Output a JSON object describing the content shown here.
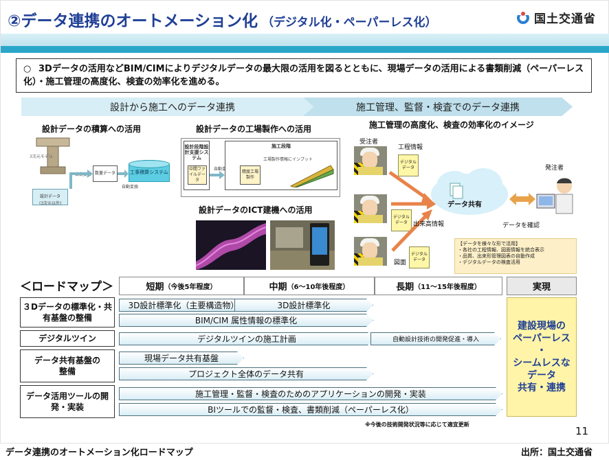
{
  "header": {
    "title": "②データ連携のオートメーション化",
    "subtitle": "（デジタル化・ペーパーレス化）",
    "logo_text": "国土交通省",
    "accent_color": "#1f3f95",
    "band_color": "#2aa6c9"
  },
  "intro": {
    "bullet": "○",
    "text": "3Dデータの活用などBIM/CIMによりデジタルデータの最大限の活用を図るとともに、現場データの活用による書類削減（ペーパーレス化）・施工管理の高度化、検査の効率化を進める。"
  },
  "flow": {
    "left": "設計から施工へのデータ連携",
    "right": "施工管理、監督・検査でのデータ連携"
  },
  "diagram": {
    "estimate": {
      "title": "設計データの積算への活用",
      "model_label": "3次元モデル",
      "design_data_label": "設計データ",
      "design_data_note": "(3次元以外)",
      "auto_convert": "自動変換",
      "quantity_data": "数量データ",
      "auto_convert_2": "自動変換",
      "system": "工事積算システム"
    },
    "factory": {
      "title": "設計データの工場製作への活用",
      "design_stage": "設計段階",
      "support_system": "設計段階設計支援システム",
      "intermediate_file": "中間ファイルデータ",
      "auto_convert": "自動変換",
      "construction_stage": "施工段階",
      "cad_data": "精度工場製作",
      "input_note": "工場製作情報にインプット"
    },
    "ict": {
      "title": "設計データのICT建機への活用"
    },
    "management": {
      "title": "施工管理の高度化、検査の効率化のイメージ",
      "contractor": "受注者",
      "process_info": "工程情報",
      "digital_data": "デジタルデータ",
      "digital_data_2": "デジタルデータ",
      "digital_data_3": "デジタルデータ",
      "shared": "データ共有",
      "orderer": "発注者",
      "completed_info": "出来高情報",
      "drawing": "図面",
      "confirm": "データを確認",
      "note_title": "【データを様々な形で活用】",
      "note_1": "・各社の工程情報、図面情報を統合表示",
      "note_2": "・品質、出来形管理図表の自動作成",
      "note_3": "・デジタルデータの検査活用"
    }
  },
  "roadmap": {
    "title": "＜ロードマップ＞",
    "phases": [
      {
        "label": "短期",
        "note": "（今後5年程度）"
      },
      {
        "label": "中期",
        "note": "（6〜10年後程度）"
      },
      {
        "label": "長期",
        "note": "（11〜15年後程度）"
      },
      {
        "label": "実現",
        "note": ""
      }
    ],
    "rows": [
      {
        "label": "３Dデータの標準化・共有基盤の整備"
      },
      {
        "label": "デジタルツイン"
      },
      {
        "label": "データ共有基盤の整備"
      },
      {
        "label": "データ活用ツールの開発・実装"
      }
    ],
    "bars": [
      "3D設計標準化（主要構造物）",
      "3D設計標準化",
      "BIM/CIM 属性情報の標準化",
      "デジタルツインの施工計画",
      "自動設計技術の開発促進・導入",
      "現場データ共有基盤",
      "プロジェクト全体のデータ共有",
      "施工管理・監督・検査のためのアプリケーションの開発・実装",
      "BIツールでの監督・検査、書類削減（ペーパーレス化）"
    ],
    "realization": [
      "建設現場の",
      "ペーパーレス",
      "・",
      "シームレスな",
      "データ",
      "共有・連携"
    ],
    "realization_color": "#fff4a8"
  },
  "footnote": "※今後の技術開発状況等に応じて適宜更新",
  "page_number": "11",
  "caption": "データ連携のオートメーション化ロードマップ",
  "source": "出所：国土交通省"
}
